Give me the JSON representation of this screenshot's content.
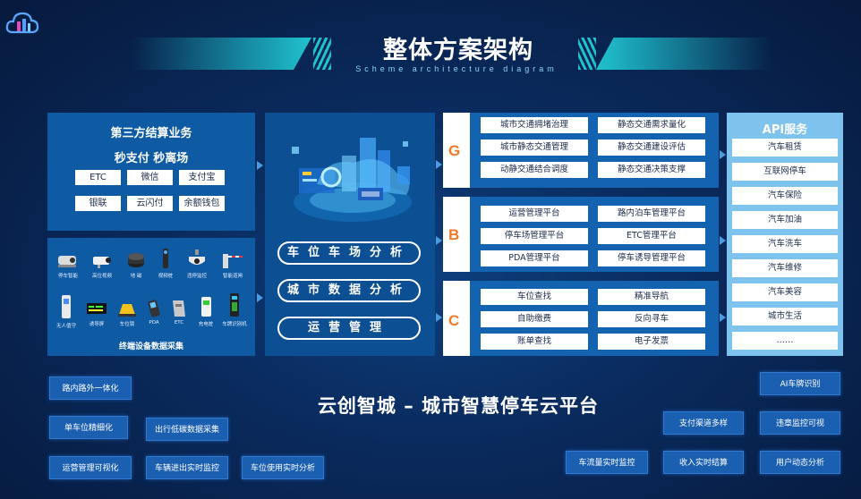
{
  "header": {
    "title": "整体方案架构",
    "subtitle": "Scheme architecture diagram"
  },
  "left_top": {
    "title": "第三方结算业务",
    "subtitle": "秒支付 秒离场",
    "payments": [
      "ETC",
      "微信",
      "支付宝",
      "银联",
      "云闪付",
      "余额钱包"
    ]
  },
  "left_bottom": {
    "devices_row1": [
      "停车智能",
      "高位视频",
      "地 磁",
      "视频桩",
      "违停监控",
      "智能道闸"
    ],
    "devices_row2": [
      "无人值守",
      "诱导屏",
      "车位锁",
      "PDA",
      "ETC",
      "充电桩",
      "车牌识别机"
    ],
    "footer": "终端设备数据采集"
  },
  "center": {
    "pills": [
      "车位车场分析",
      "城市数据分析",
      "运营管理"
    ]
  },
  "g_panel": {
    "letter": "G",
    "items": [
      "城市交通拥堵治理",
      "静态交通需求量化",
      "城市静态交通管理",
      "静态交通建设评估",
      "动静交通结合调度",
      "静态交通决策支撑"
    ]
  },
  "b_panel": {
    "letter": "B",
    "items": [
      "运营管理平台",
      "路内泊车管理平台",
      "停车场管理平台",
      "ETC管理平台",
      "PDA管理平台",
      "停车诱导管理平台"
    ]
  },
  "c_panel": {
    "letter": "C",
    "items": [
      "车位查找",
      "精准导航",
      "自助缴费",
      "反向寻车",
      "账单查找",
      "电子发票"
    ]
  },
  "api": {
    "title": "API服务",
    "items": [
      "汽车租赁",
      "互联网停车",
      "汽车保险",
      "汽车加油",
      "汽车洗车",
      "汽车维修",
      "汽车美容",
      "城市生活",
      "……"
    ]
  },
  "slogan": "云创智城 – 城市智慧停车云平台",
  "tags_left": [
    "路内路外一体化",
    "单车位精细化",
    "出行低碳数据采集",
    "运营管理可视化",
    "车辆进出实时监控",
    "车位使用实时分析"
  ],
  "tags_right": [
    "AI车牌识别",
    "支付渠道多样",
    "违章监控可视",
    "车流量实时监控",
    "收入实时结算",
    "用户动态分析"
  ],
  "colors": {
    "accent": "#1fc3cf",
    "panel_blue": "#0e5aa3",
    "letter_orange": "#f07a2a",
    "api_blue": "#7ec3ee"
  }
}
